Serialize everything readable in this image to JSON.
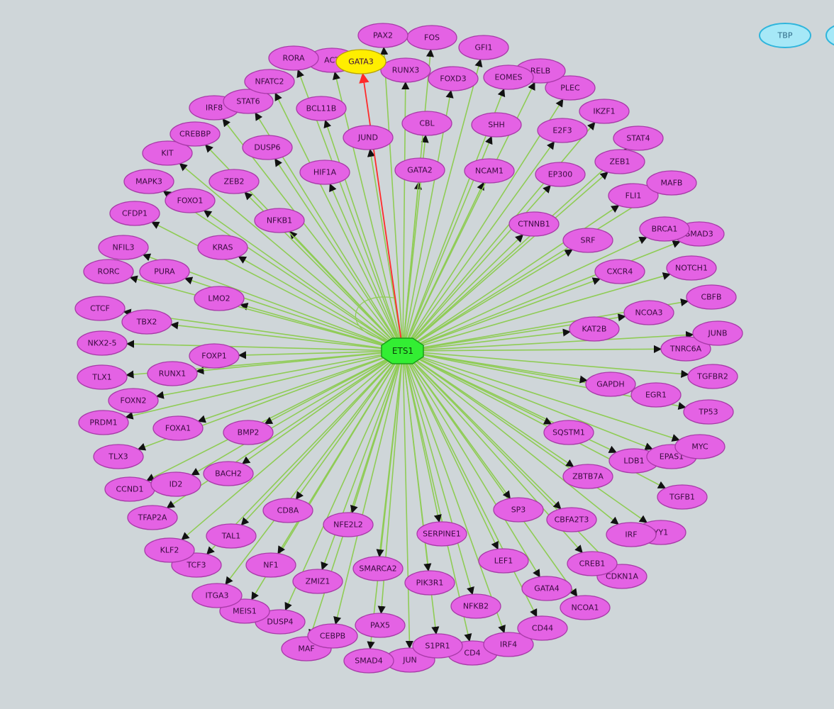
{
  "network": {
    "hub": "ETS1",
    "highlighted_target": "GATA3",
    "highlighted_edge_color": "#ff2a2a",
    "edge_color": "#8fcc55",
    "node_color": "#e462e4",
    "hub_color": "#33ee33",
    "highlight_node_color": "#ffee00",
    "external_node_color": "#a6e8f7",
    "targets": [
      "PAX2",
      "FOS",
      "GFI1",
      "RORA",
      "ACT",
      "GATA3",
      "RUNX3",
      "FOXD3",
      "EOMES",
      "RELB",
      "PLEC",
      "NFATC2",
      "STAT6",
      "IRF8",
      "BCL11B",
      "IKZF1",
      "JUND",
      "CBL",
      "SHH",
      "E2F3",
      "STAT4",
      "CREBBP",
      "DUSP6",
      "KIT",
      "ZEB1",
      "GATA2",
      "NCAM1",
      "EP300",
      "MAFB",
      "HIF1A",
      "MAPK3",
      "ZEB2",
      "FOXO1",
      "FLI1",
      "CFDP1",
      "NFKB1",
      "CTNNB1",
      "BRCA1",
      "SMAD3",
      "SRF",
      "NFIL3",
      "KRAS",
      "RORC",
      "PURA",
      "CXCR4",
      "NOTCH1",
      "LMO2",
      "CBFB",
      "CTCF",
      "NCOA3",
      "TBX2",
      "KAT2B",
      "JUNB",
      "NKX2-5",
      "TNRC6A",
      "FOXP1",
      "TLX1",
      "RUNX1",
      "TGFBR2",
      "GAPDH",
      "FOXN2",
      "EGR1",
      "PRDM1",
      "TP53",
      "FOXA1",
      "BMP2",
      "SQSTM1",
      "MYC",
      "TLX3",
      "EPAS1",
      "LDB1",
      "BACH2",
      "ID2",
      "CCND1",
      "ZBTB7A",
      "TGFB1",
      "TFAP2A",
      "CD8A",
      "SP3",
      "NFE2L2",
      "CBFA2T3",
      "TAL1",
      "SERPINE1",
      "IRF",
      "YY1",
      "KLF2",
      "TCF3",
      "LEF1",
      "NF1",
      "CREB1",
      "SMARCA2",
      "CDKN1A",
      "ZMIZ1",
      "PIK3R1",
      "GATA4",
      "ITGA3",
      "NFKB2",
      "NCOA1",
      "MEIS1",
      "DUSP4",
      "PAX5",
      "CD44",
      "CEBPB",
      "MAF",
      "S1PR1",
      "IRF4",
      "SMAD4",
      "JUN",
      "CD4"
    ],
    "external_nodes": [
      "TBP",
      ""
    ]
  }
}
